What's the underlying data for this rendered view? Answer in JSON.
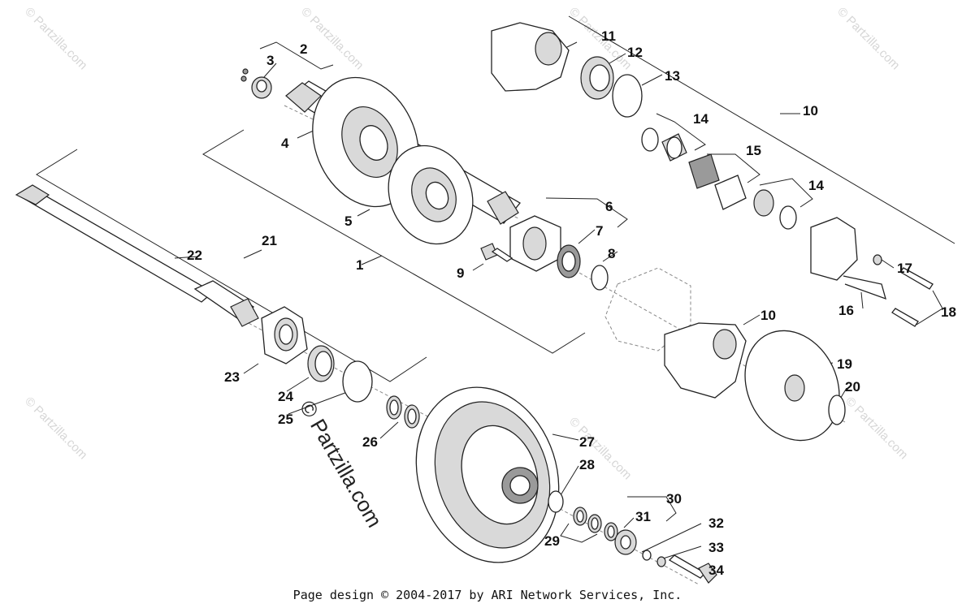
{
  "callouts": [
    "1",
    "2",
    "3",
    "4",
    "5",
    "6",
    "7",
    "8",
    "9",
    "10",
    "10",
    "11",
    "12",
    "13",
    "14",
    "14",
    "15",
    "16",
    "17",
    "18",
    "19",
    "20",
    "21",
    "22",
    "23",
    "24",
    "25",
    "26",
    "27",
    "28",
    "29",
    "30",
    "31",
    "32",
    "33",
    "34"
  ],
  "watermark": {
    "brand": "© Partzilla.com",
    "small": "© Partzilla.com"
  },
  "footer": {
    "text": "Page design © 2004-2017 by ARI Network Services, Inc."
  }
}
